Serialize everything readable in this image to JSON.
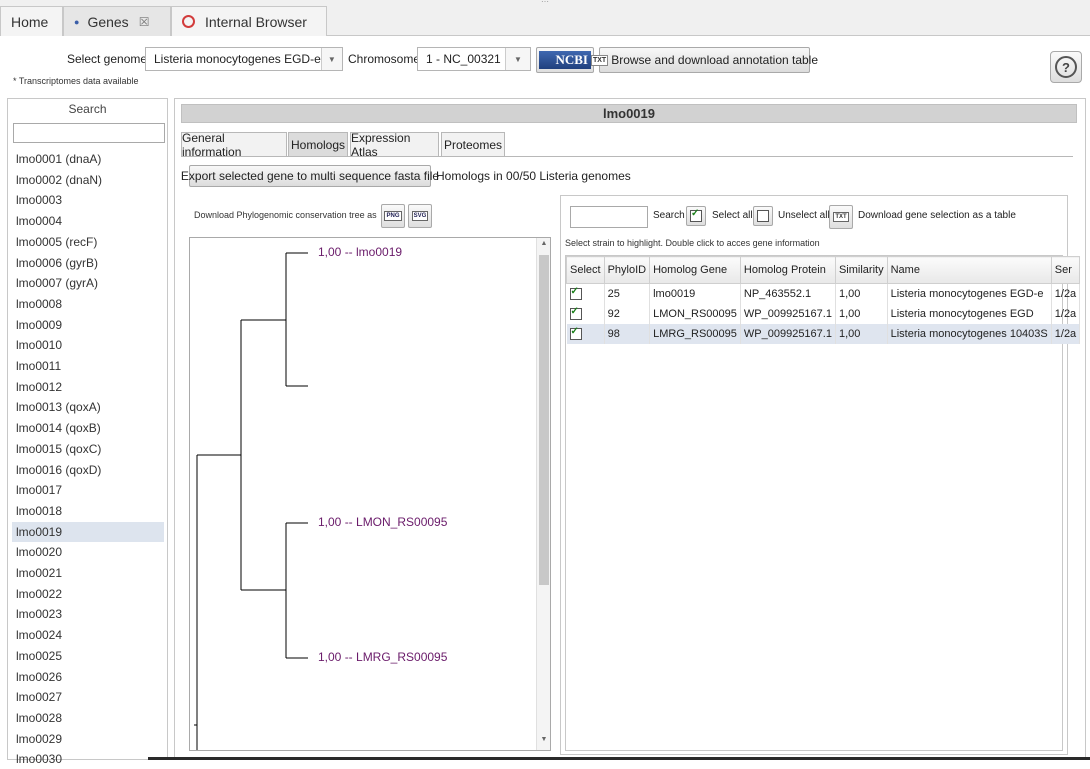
{
  "tabs": [
    {
      "label": "Home"
    },
    {
      "label": "Genes",
      "close": "☒"
    },
    {
      "label": "Internal Browser"
    }
  ],
  "header": {
    "select_genome_label": "Select genome",
    "genome_value": "Listeria monocytogenes EGD-e",
    "chromosome_label": "Chromosome",
    "chromosome_value": "1 - NC_00321",
    "ncbi_label": "NCBI",
    "browse_label": "Browse and download annotation table",
    "txt_badge": "TXT",
    "note": "* Transcriptomes data available",
    "help": "?"
  },
  "sidebar": {
    "search_label": "Search",
    "search_value": "",
    "genes": [
      "lmo0001 (dnaA)",
      "lmo0002 (dnaN)",
      "lmo0003",
      "lmo0004",
      "lmo0005 (recF)",
      "lmo0006 (gyrB)",
      "lmo0007 (gyrA)",
      "lmo0008",
      "lmo0009",
      "lmo0010",
      "lmo0011",
      "lmo0012",
      "lmo0013 (qoxA)",
      "lmo0014 (qoxB)",
      "lmo0015 (qoxC)",
      "lmo0016 (qoxD)",
      "lmo0017",
      "lmo0018",
      "lmo0019",
      "lmo0020",
      "lmo0021",
      "lmo0022",
      "lmo0023",
      "lmo0024",
      "lmo0025",
      "lmo0026",
      "lmo0027",
      "lmo0028",
      "lmo0029",
      "lmo0030"
    ],
    "selected": "lmo0019"
  },
  "main": {
    "gene_title": "lmo0019",
    "tabs": [
      {
        "label": "General information"
      },
      {
        "label": "Homologs"
      },
      {
        "label": "Expression Atlas"
      },
      {
        "label": "Proteomes"
      }
    ],
    "export_label": "Export selected gene to multi sequence fasta file",
    "homologs_summary": "Homologs in 00/50 Listeria genomes",
    "download_tree_label": "Download Phylogenomic conservation tree as",
    "png_badge": "PNG",
    "svg_badge": "SVG",
    "tree_leaves": [
      "1,00  --  lmo0019",
      "1,00  --  LMON_RS00095",
      "1,00  --  LMRG_RS00095"
    ]
  },
  "homolog_table": {
    "search_value": "",
    "search_label": "Search",
    "select_all_label": "Select all",
    "unselect_all_label": "Unselect all",
    "download_label": "Download gene selection as a table",
    "txt_badge": "TXT",
    "hint": "Select strain to highlight. Double click to acces gene information",
    "columns": [
      "Select",
      "PhyloID",
      "Homolog Gene",
      "Homolog Protein",
      "Similarity",
      "Name",
      "Ser"
    ],
    "rows": [
      {
        "phyloid": "25",
        "gene": "lmo0019",
        "protein": "NP_463552.1",
        "similarity": "1,00",
        "name": "Listeria monocytogenes EGD-e",
        "ser": "1/2a"
      },
      {
        "phyloid": "92",
        "gene": "LMON_RS00095",
        "protein": "WP_009925167.1",
        "similarity": "1,00",
        "name": "Listeria monocytogenes EGD",
        "ser": "1/2a"
      },
      {
        "phyloid": "98",
        "gene": "LMRG_RS00095",
        "protein": "WP_009925167.1",
        "similarity": "1,00",
        "name": "Listeria monocytogenes 10403S",
        "ser": "1/2a"
      }
    ]
  }
}
